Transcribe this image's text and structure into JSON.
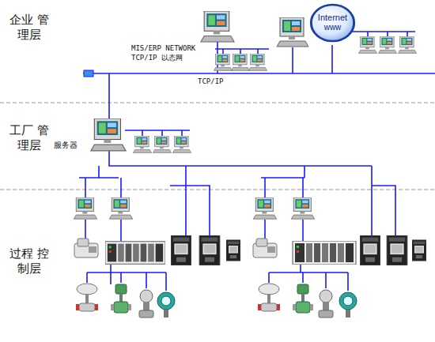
{
  "diagram": {
    "nodes": [
      {
        "text": [
          "Internet",
          "www"
        ]
      }
    ],
    "labels": [
      "企业 管理层",
      "MIS/ERP NETWORK",
      "TCP/IP 以态网",
      "TCP/IP",
      "工厂 管理层",
      "服务器",
      "过程 控制层"
    ]
  }
}
